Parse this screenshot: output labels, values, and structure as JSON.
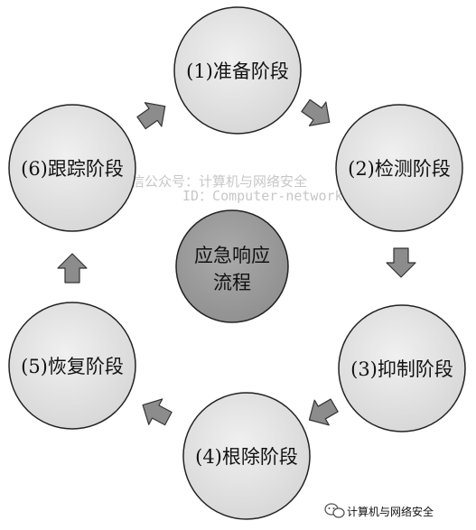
{
  "diagram": {
    "center": {
      "lines": [
        "应急响应",
        "流程"
      ],
      "fill": "#9e9e9e"
    },
    "stages": [
      {
        "label": "(1)准备阶段"
      },
      {
        "label": "(2)检测阶段"
      },
      {
        "label": "(3)抑制阶段"
      },
      {
        "label": "(4)根除阶段"
      },
      {
        "label": "(5)恢复阶段"
      },
      {
        "label": "(6)跟踪阶段"
      }
    ],
    "stage_fill": "#e6e6e6",
    "arrow_fill": "#8c8c8c",
    "arrow_icon": "block-arrow-icon"
  },
  "watermark": {
    "line1": "微信公众号：计算机与网络安全",
    "line2": "ID：Computer-network"
  },
  "footer": {
    "text": "计算机与网络安全",
    "icon": "wechat-icon"
  }
}
